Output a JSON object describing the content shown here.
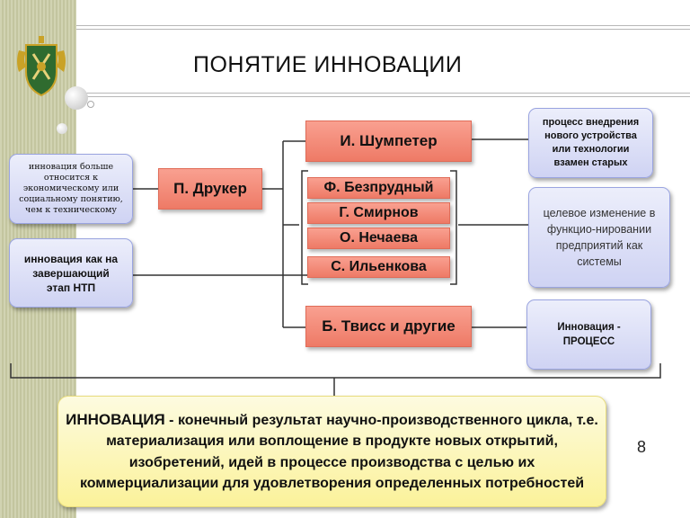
{
  "title": "ПОНЯТИЕ ИННОВАЦИИ",
  "page_number": "8",
  "left_notes": {
    "economic": "инновация больше относится к экономическому или социальному понятию, чем к техническому",
    "ntp": "инновация как на завершающий этап НТП"
  },
  "authors": {
    "drucker": "П. Друкер",
    "schumpeter": "И. Шумпетер",
    "bezprudny": "Ф. Безпрудный",
    "smirnov": "Г. Смирнов",
    "nechaeva": "О. Нечаева",
    "ilenkova": "С. Ильенкова",
    "twiss": "Б. Твисс и другие"
  },
  "right_notes": {
    "process_new_device": "процесс внедрения нового устройства или технологии взамен старых",
    "target_change": "целевое изменение в функцио-нировании предприятий как системы",
    "innovation_process": "Инновация - ПРОЦЕСС"
  },
  "definition": {
    "term": "ИННОВАЦИЯ",
    "text": " - конечный результат научно-производственного цикла, т.е. материализация или воплощение в продукте новых открытий, изобретений, идей в процессе производства с целью их коммерциализации для удовлетворения определенных потребностей"
  },
  "colors": {
    "stripe": "#c9cba4",
    "author_box": "#f28c78",
    "note_box": "#dcdff7",
    "definition_box": "#fcf6b8"
  }
}
